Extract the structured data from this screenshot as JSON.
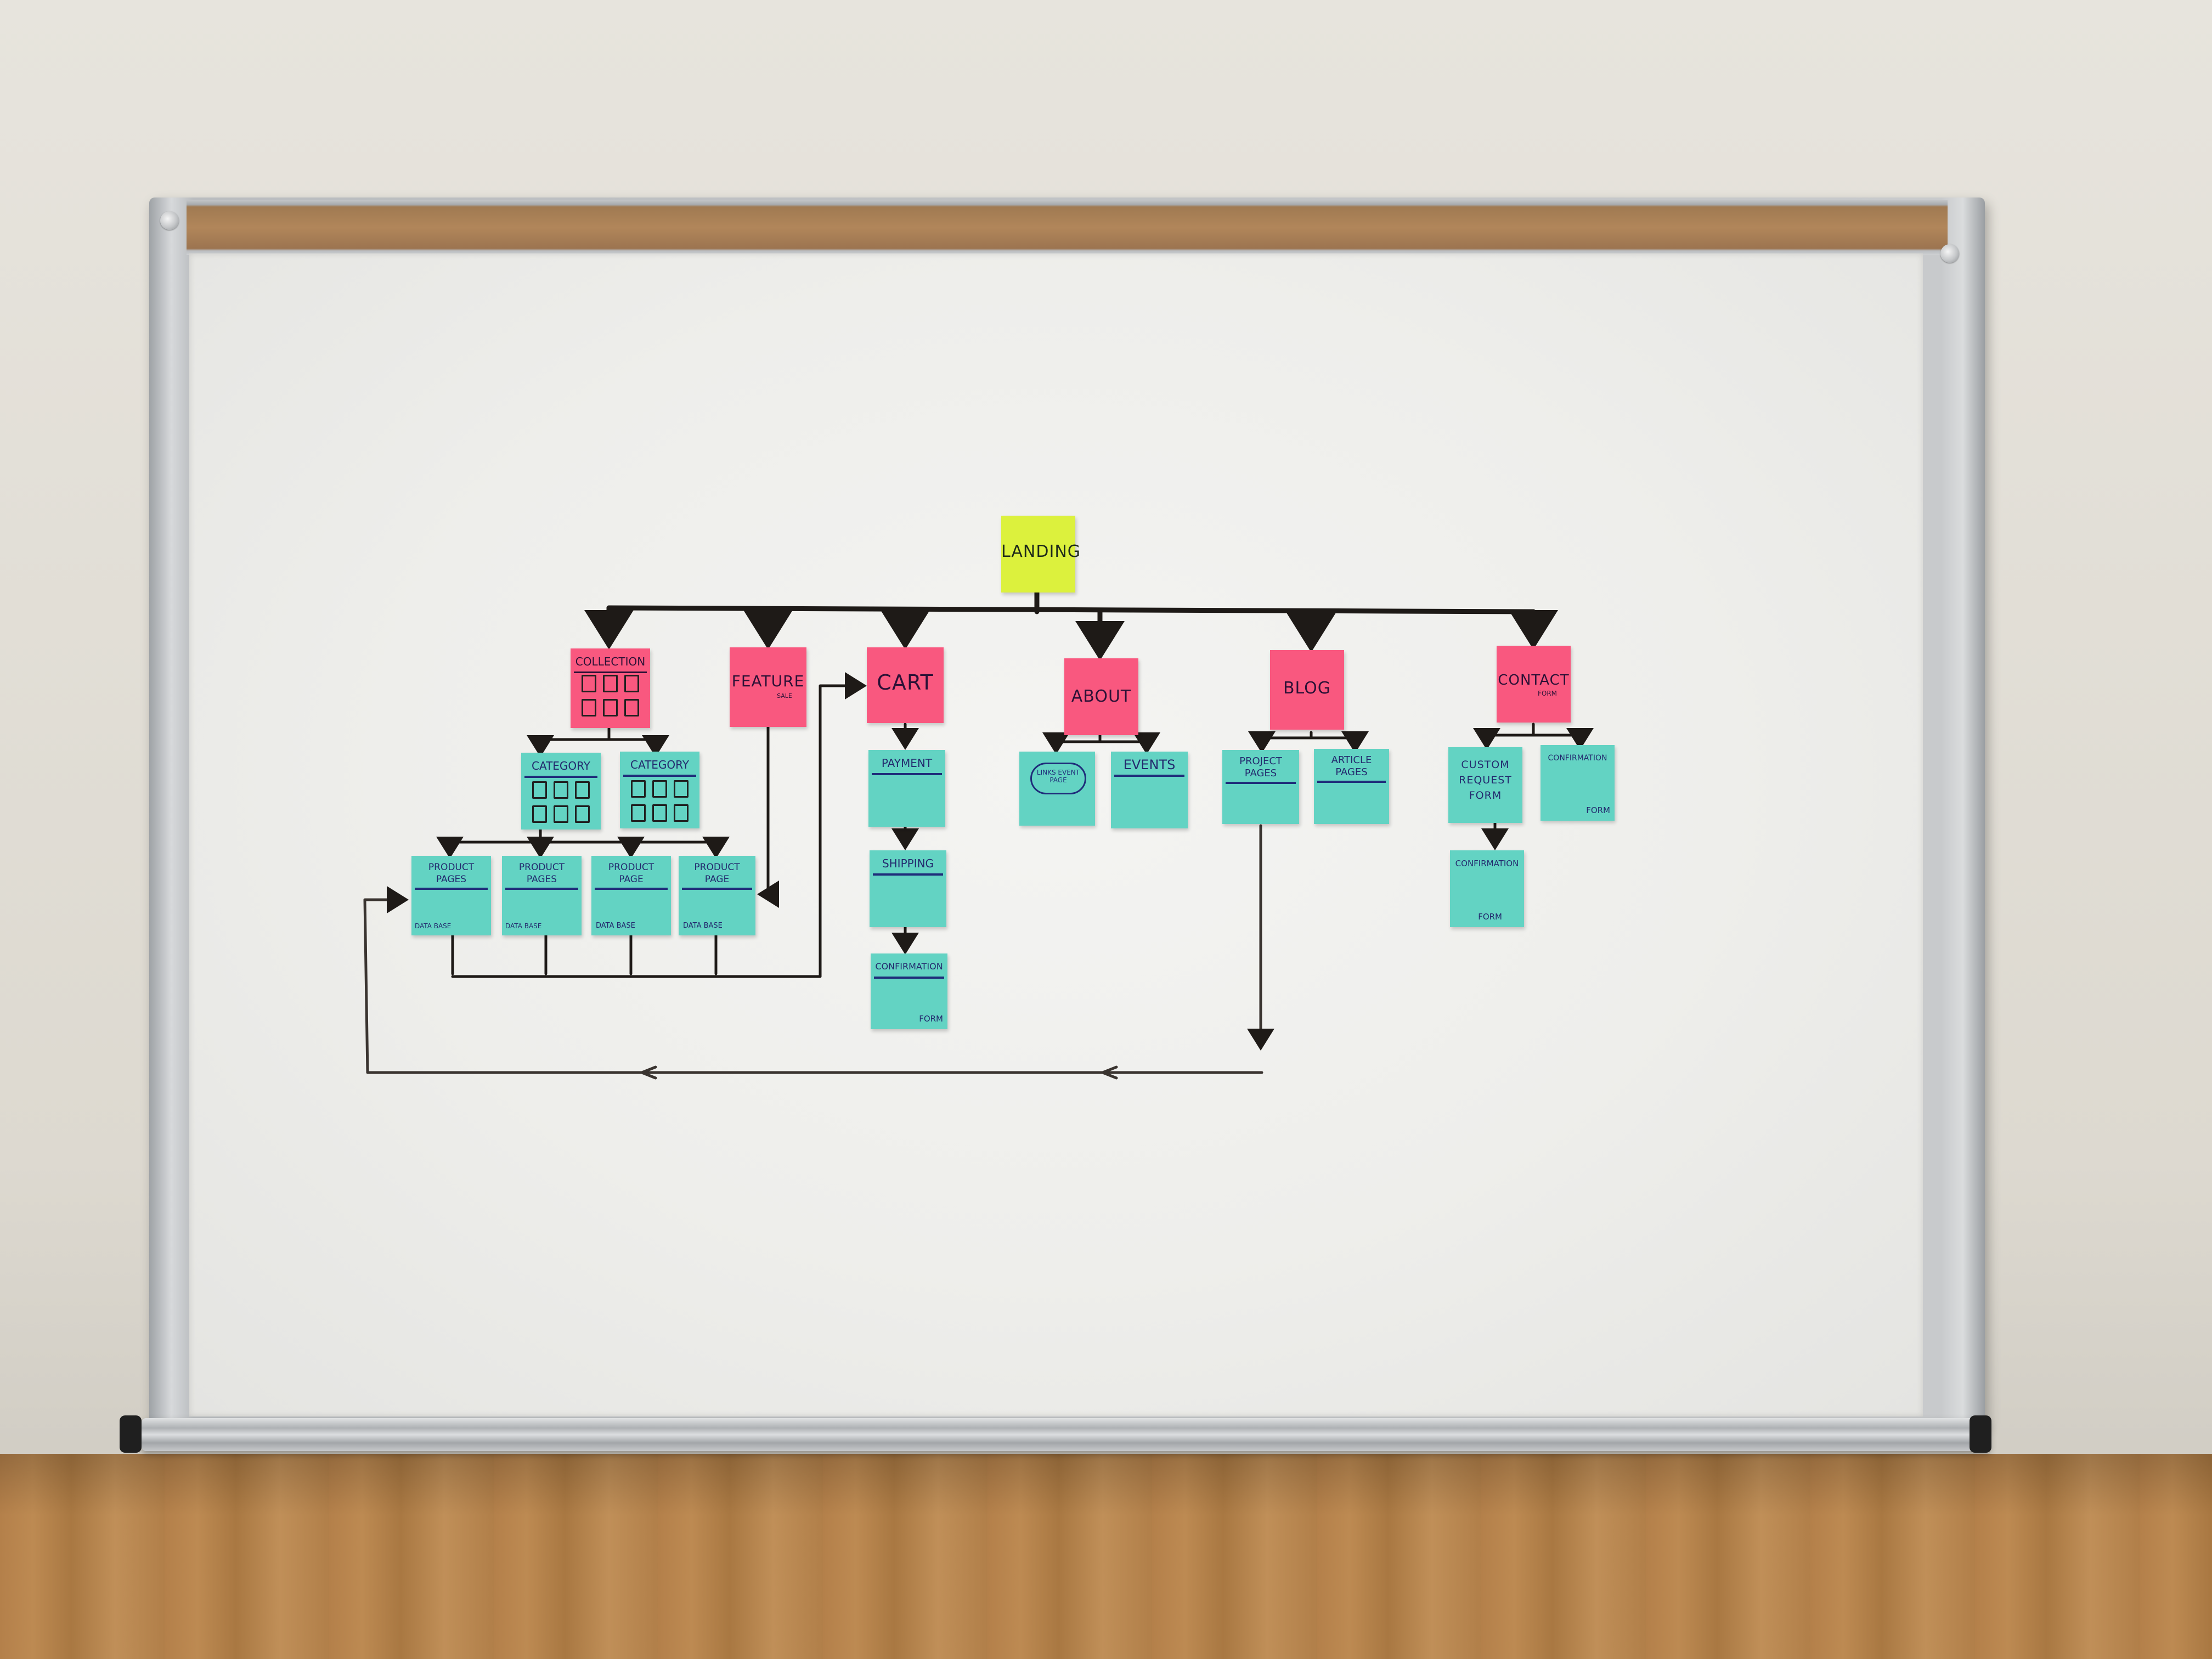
{
  "colors": {
    "pink_note": "#f9587f",
    "yellow_note": "#dcf13d",
    "teal_note": "#63d3c3",
    "marker": "#1e1a17",
    "ink": "#232a6e"
  },
  "notes": {
    "landing": "LANDING",
    "collection": "COLLECTION",
    "feature": "FEATURE",
    "feature_sub": "SALE",
    "cart": "CART",
    "about": "ABOUT",
    "blog": "BLOG",
    "contact": "CONTACT",
    "contact_sub": "FORM",
    "category_1": "CATEGORY",
    "category_2": "CATEGORY",
    "product_1": "PRODUCT PAGES",
    "product_1_foot": "DATA BASE",
    "product_2": "PRODUCT PAGES",
    "product_2_foot": "DATA BASE",
    "product_3": "PRODUCT PAGE",
    "product_3_foot": "DATA BASE",
    "product_4": "PRODUCT PAGE",
    "product_4_foot": "DATA BASE",
    "payment": "PAYMENT",
    "shipping": "SHIPPING",
    "confirmation_cart": "CONFIRMATION",
    "confirmation_cart_foot": "FORM",
    "links": "LINKS EVENT PAGE",
    "events": "EVENTS",
    "project_pages": "PROJECT PAGES",
    "article_pages": "ARTICLE PAGES",
    "custom_request": "CUSTOM REQUEST FORM",
    "confirmation_contact_1": "CONFIRMATION",
    "confirmation_contact_1_foot": "FORM",
    "confirmation_contact_2": "CONFIRMATION",
    "confirmation_contact_2_foot": "FORM"
  }
}
